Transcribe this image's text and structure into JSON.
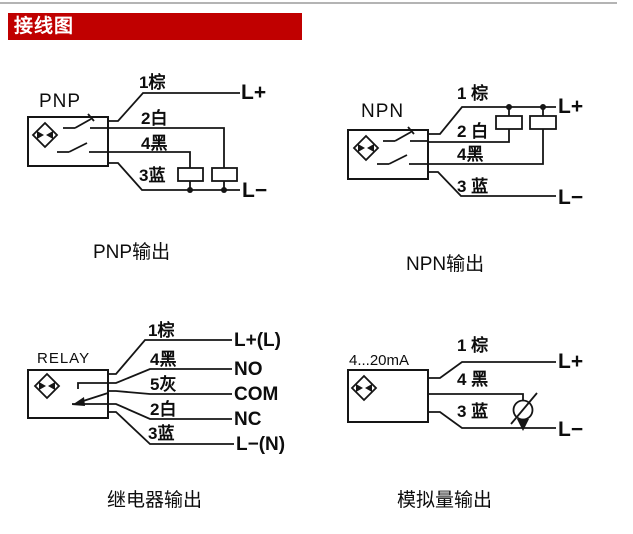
{
  "banner": {
    "title": "接线图",
    "background_color": "#c00000",
    "text_color": "#ffffff"
  },
  "line_color": "#151515",
  "diagrams": {
    "pnp": {
      "device": "PNP",
      "pins": [
        "1棕",
        "2白",
        "4黑",
        "3蓝"
      ],
      "terminal_plus": "L+",
      "terminal_minus": "L−",
      "caption": "PNP输出"
    },
    "npn": {
      "device": "NPN",
      "pins": [
        "1 棕",
        "2 白",
        "4黑",
        "3 蓝"
      ],
      "terminal_plus": "L+",
      "terminal_minus": "L−",
      "caption": "NPN输出"
    },
    "relay": {
      "device": "RELAY",
      "pins": [
        "1棕",
        "4黑",
        "5灰",
        "2白",
        "3蓝"
      ],
      "terminals": [
        "L+(L)",
        "NO",
        "COM",
        "NC",
        "L−(N)"
      ],
      "caption": "继电器输出"
    },
    "analog": {
      "device": "4...20mA",
      "pins": [
        "1 棕",
        "4 黑",
        "3 蓝"
      ],
      "terminal_plus": "L+",
      "terminal_minus": "L−",
      "caption": "模拟量输出"
    }
  }
}
